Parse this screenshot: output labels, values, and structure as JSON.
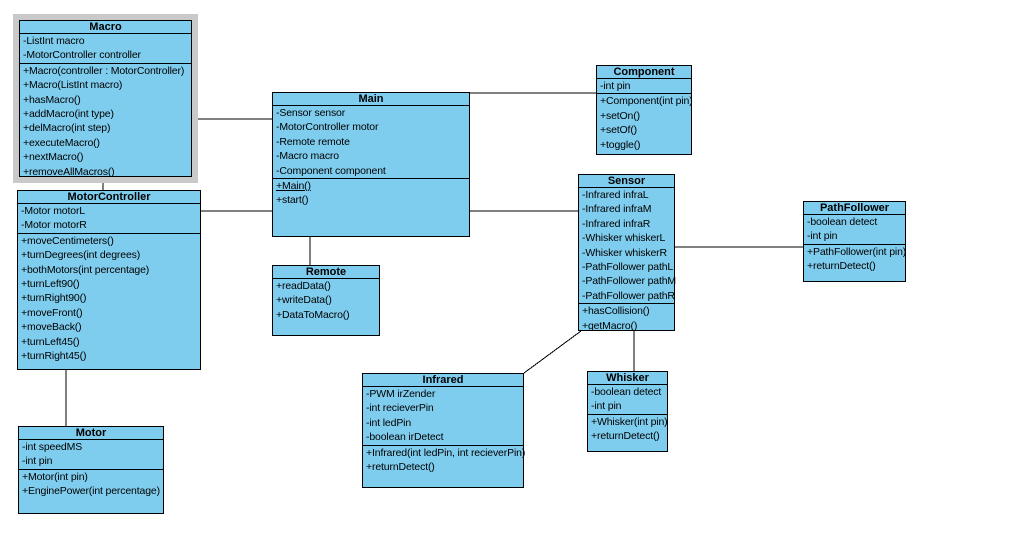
{
  "diagram": {
    "type": "uml-class-diagram",
    "background_color": "#ffffff",
    "box_fill_color": "#7fcdee",
    "box_border_color": "#000000",
    "selection_frame_color": "#c9c9c9",
    "connector_color": "#000000"
  },
  "classes": [
    {
      "name": "Macro",
      "selected": true,
      "attributes": [
        "-ListInt macro",
        "-MotorController controller"
      ],
      "methods": [
        "+Macro(controller : MotorController)",
        "+Macro(ListInt macro)",
        "+hasMacro()",
        "+addMacro(int type)",
        "+delMacro(int step)",
        "+executeMacro()",
        "+nextMacro()",
        "+removeAllMacros()"
      ],
      "static_methods": []
    },
    {
      "name": "MotorController",
      "selected": false,
      "attributes": [
        "-Motor motorL",
        "-Motor motorR"
      ],
      "methods": [
        "+moveCentimeters()",
        "+turnDegrees(int degrees)",
        "+bothMotors(int percentage)",
        "+turnLeft90()",
        "+turnRight90()",
        "+moveFront()",
        "+moveBack()",
        "+turnLeft45()",
        "+turnRight45()"
      ],
      "static_methods": []
    },
    {
      "name": "Motor",
      "selected": false,
      "attributes": [
        "-int speedMS",
        "-int pin"
      ],
      "methods": [
        "+Motor(int pin)",
        "+EnginePower(int percentage)"
      ],
      "static_methods": []
    },
    {
      "name": "Main",
      "selected": false,
      "attributes": [
        "-Sensor sensor",
        "-MotorController motor",
        "-Remote remote",
        "-Macro macro",
        "-Component component"
      ],
      "methods": [
        "+Main()",
        "+start()"
      ],
      "static_methods": [
        "+Main()"
      ]
    },
    {
      "name": "Remote",
      "selected": false,
      "attributes": [],
      "methods": [
        "+readData()",
        "+writeData()",
        "+DataToMacro()"
      ],
      "static_methods": []
    },
    {
      "name": "Component",
      "selected": false,
      "attributes": [
        "-int pin"
      ],
      "methods": [
        "+Component(int pin)",
        "+setOn()",
        "+setOf()",
        "+toggle()"
      ],
      "static_methods": []
    },
    {
      "name": "Sensor",
      "selected": false,
      "attributes": [
        "-Infrared infraL",
        "-Infrared infraM",
        "-Infrared infraR",
        "-Whisker whiskerL",
        "-Whisker whiskerR",
        "-PathFollower pathL",
        "-PathFollower pathM",
        "-PathFollower pathR"
      ],
      "methods": [
        "+hasCollision()",
        "+getMacro()"
      ],
      "static_methods": []
    },
    {
      "name": "PathFollower",
      "selected": false,
      "attributes": [
        "-boolean detect",
        "-int pin"
      ],
      "methods": [
        "+PathFollower(int pin)",
        "+returnDetect()"
      ],
      "static_methods": []
    },
    {
      "name": "Infrared",
      "selected": false,
      "attributes": [
        "-PWM irZender",
        "-int recieverPin",
        "-int ledPin",
        "-boolean irDetect"
      ],
      "methods": [
        "+Infrared(int ledPin, int recieverPin)",
        "+returnDetect()"
      ],
      "static_methods": []
    },
    {
      "name": "Whisker",
      "selected": false,
      "attributes": [
        "-boolean detect",
        "-int pin"
      ],
      "methods": [
        "+Whisker(int pin)",
        "+returnDetect()"
      ],
      "static_methods": []
    }
  ],
  "relationships": [
    {
      "from": "Macro",
      "to": "Main"
    },
    {
      "from": "MotorController",
      "to": "Main"
    },
    {
      "from": "Macro",
      "to": "MotorController"
    },
    {
      "from": "MotorController",
      "to": "Motor"
    },
    {
      "from": "Main",
      "to": "Remote"
    },
    {
      "from": "Main",
      "to": "Component"
    },
    {
      "from": "Main",
      "to": "Sensor"
    },
    {
      "from": "Sensor",
      "to": "PathFollower"
    },
    {
      "from": "Sensor",
      "to": "Infrared"
    },
    {
      "from": "Sensor",
      "to": "Whisker"
    }
  ]
}
